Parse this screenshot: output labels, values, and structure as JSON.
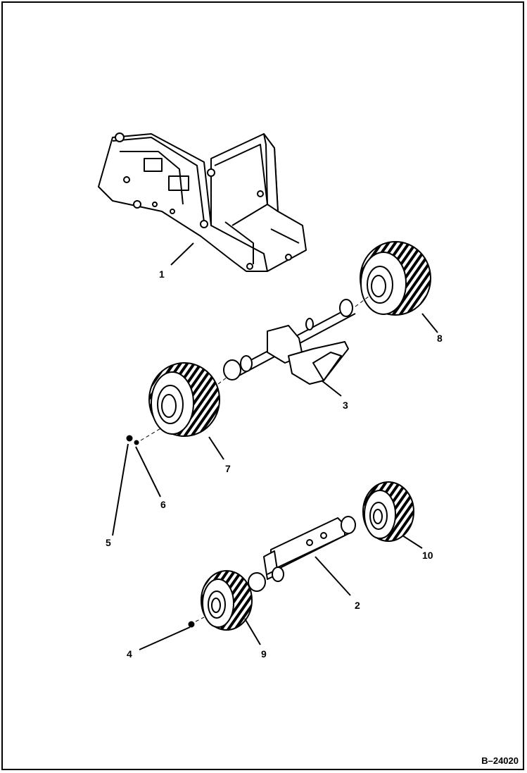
{
  "callouts": {
    "c1": "1",
    "c2": "2",
    "c3": "3",
    "c4": "4",
    "c5": "5",
    "c6": "6",
    "c7": "7",
    "c8": "8",
    "c9": "9",
    "c10": "10"
  },
  "figure_id": "B–24020",
  "colors": {
    "line": "#000000",
    "background": "#ffffff",
    "tire_fill": "#ffffff"
  }
}
